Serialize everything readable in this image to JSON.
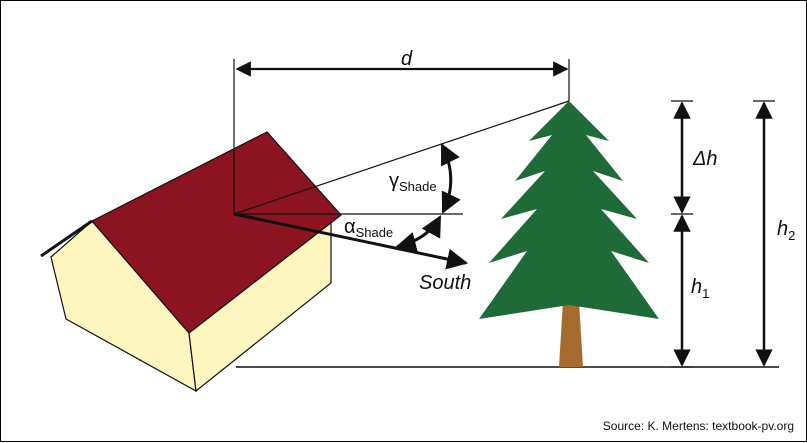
{
  "labels": {
    "d": "d",
    "gamma": "γ",
    "gamma_sub": "Shade",
    "alpha": "α",
    "alpha_sub": "Shade",
    "south": "South",
    "delta_h": "Δh",
    "h1": "h",
    "h1_sub": "1",
    "h2": "h",
    "h2_sub": "2"
  },
  "source": "Source: K. Mertens: textbook-pv.org",
  "colors": {
    "roof": "#8b1420",
    "wall": "#fdf6bf",
    "tree": "#1f6b38",
    "trunk": "#a46a2e",
    "line": "#111111"
  }
}
